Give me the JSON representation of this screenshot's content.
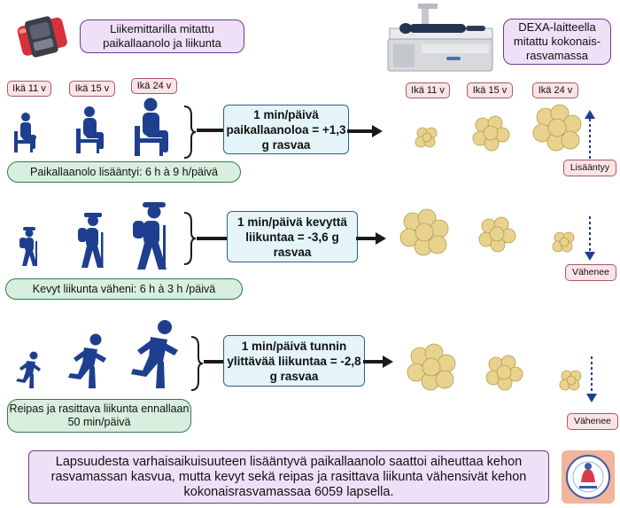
{
  "top": {
    "accelerometer_label": "Liikemittarilla mitattu paikallaanolo ja liikunta",
    "dexa_label": "DEXA-laitteella mitattu kokonais-rasvamassa"
  },
  "ages_left": [
    "Ikä 11 v",
    "Ikä 15 v",
    "Ikä 24 v"
  ],
  "ages_right": [
    "Ikä 11 v",
    "Ikä 15 v",
    "Ikä 24 v"
  ],
  "rows": [
    {
      "formula": "1 min/päivä paikallaanoloa = +1,3 g rasvaa",
      "green": "Paikallaanolo lisääntyi: 6 h à 9 h/päivä",
      "trend": "Lisääntyy",
      "fat_sizes": [
        "small",
        "medium",
        "large"
      ]
    },
    {
      "formula": "1 min/päivä kevyttä liikuntaa = -3,6 g rasvaa",
      "green": "Kevyt liikunta väheni: 6 h à 3 h /päivä",
      "trend": "Vähenee",
      "fat_sizes": [
        "large",
        "medium",
        "small"
      ]
    },
    {
      "formula": "1 min/päivä tunnin ylittävää liikuntaa = -2,8 g rasvaa",
      "green": "Reipas ja rasittava liikunta ennallaan 50 min/päivä",
      "trend": "Vähenee",
      "fat_sizes": [
        "large",
        "medium",
        "small"
      ]
    }
  ],
  "summary": "Lapsuudesta varhaisaikuisuuteen lisääntyvä paikallaanolo saattoi aiheuttaa kehon rasvamassan kasvua, mutta kevyt sekä reipas ja rasittava liikunta vähensivät kehon kokonaisrasvamassaa 6059 lapsella.",
  "colors": {
    "figure": "#1e3f8f",
    "fat": "#e8d38e",
    "arrow": "#1a1a1a",
    "trend_arrow": "#1e3f8f"
  },
  "icons": [
    "accelerometer-icon",
    "dexa-scanner-icon",
    "logo-icon"
  ]
}
